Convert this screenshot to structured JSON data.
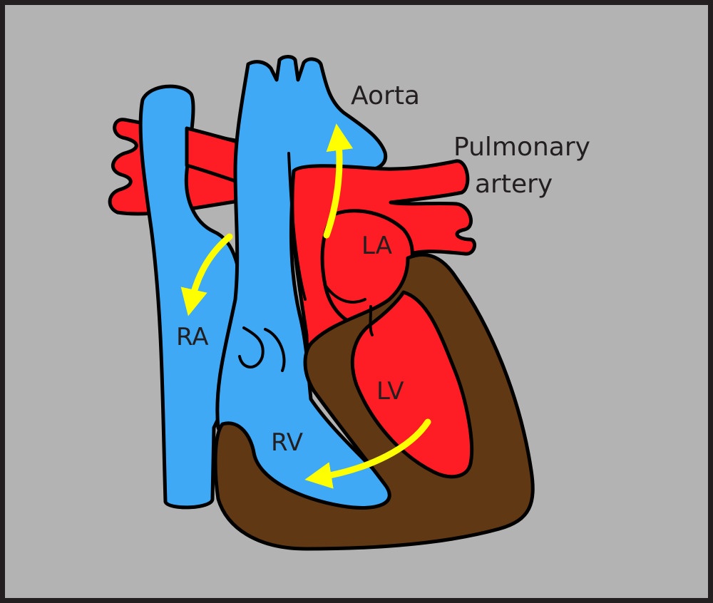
{
  "labels": {
    "aorta": "Aorta",
    "pulmonary_artery_line1": "Pulmonary",
    "pulmonary_artery_line2": "artery",
    "la": "LA",
    "lv": "LV",
    "ra": "RA",
    "rv": "RV"
  },
  "colors": {
    "background": "#b3b3b3",
    "frame": "#231f20",
    "deoxygenated_blue": "#3fa9f5",
    "oxygenated_red": "#ff1d25",
    "myocardium_brown": "#603813",
    "flow_arrow_yellow": "#ffff00",
    "outline": "#000000"
  },
  "icons": [
    "blood-flow-arrow"
  ]
}
